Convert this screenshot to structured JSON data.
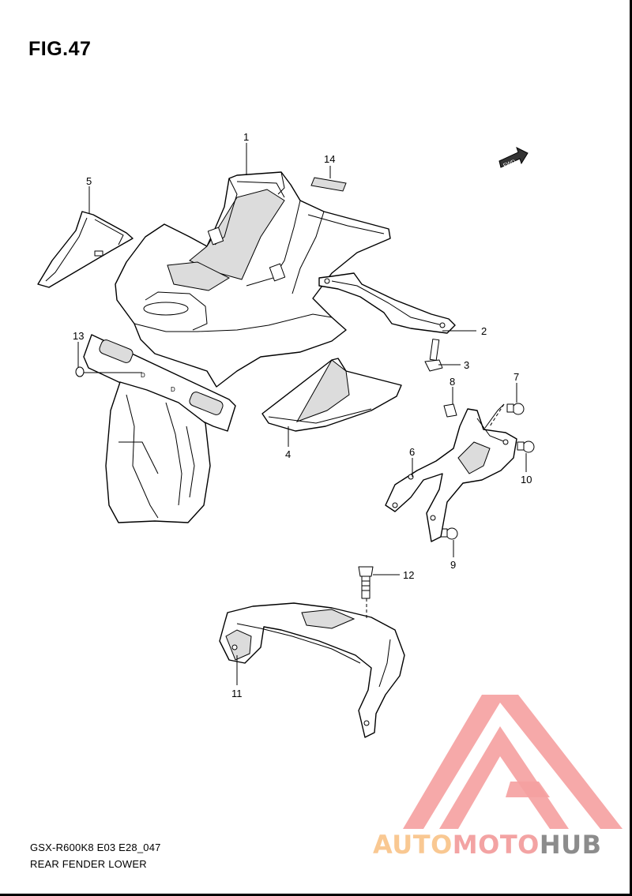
{
  "figure": {
    "title": "FIG.47",
    "fwd_label": "FWD",
    "callouts": [
      "1",
      "2",
      "3",
      "4",
      "5",
      "6",
      "7",
      "8",
      "9",
      "10",
      "11",
      "12",
      "13",
      "14"
    ],
    "stamp_label": "D"
  },
  "footer": {
    "model_code": "GSX-R600K8 E03 E28_047",
    "section_name": "REAR FENDER LOWER"
  },
  "watermark": {
    "part1": "AUTO",
    "part2": "MOTO",
    "part3": "HUB",
    "colors": {
      "auto": "#f9c892",
      "moto": "#f3a3a3",
      "hub": "#8c8c8c",
      "logo": "#f5a0a0"
    }
  }
}
